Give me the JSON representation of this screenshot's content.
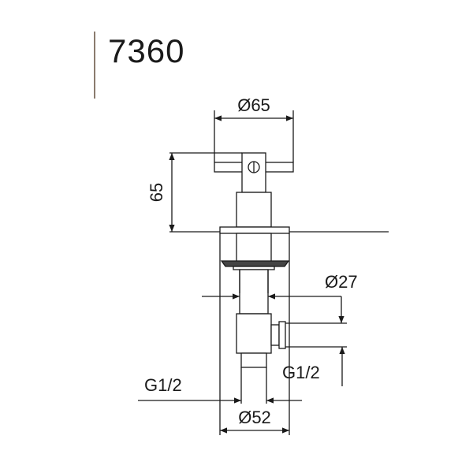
{
  "drawing": {
    "model_number": "7360",
    "dimensions": {
      "handle_diameter": "Ø65",
      "height": "65",
      "stem_diameter": "Ø27",
      "base_diameter": "Ø52",
      "thread_left": "G1/2",
      "thread_right": "G1/2"
    },
    "colors": {
      "line": "#1a1a1a",
      "accent_bar": "#8b7b6e"
    }
  }
}
